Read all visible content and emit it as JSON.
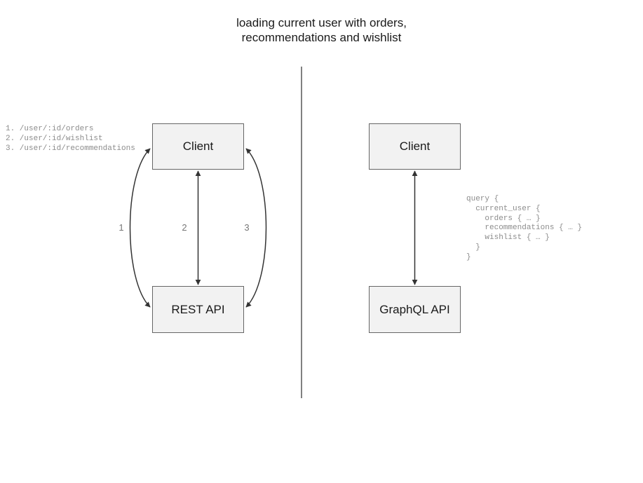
{
  "diagram": {
    "title": "loading current user with orders,\nrecommendations and wishlist",
    "colors": {
      "node_fill": "#f2f2f2",
      "node_border": "#666666",
      "edge_stroke": "#333333",
      "divider": "#808080",
      "code_text": "#8c8c8c",
      "label_text": "#777777",
      "title_text": "#1a1a1a"
    },
    "divider": {
      "orientation": "vertical",
      "label": "rest-vs-graphql-divider"
    },
    "rest_side": {
      "nodes": [
        {
          "id": "rest-client",
          "label": "Client"
        },
        {
          "id": "rest-api",
          "label": "REST API"
        }
      ],
      "edges": [
        {
          "id": "edge-1",
          "label": "1",
          "shape": "curve-left",
          "direction": "bidirectional",
          "from": "rest-client",
          "to": "rest-api"
        },
        {
          "id": "edge-2",
          "label": "2",
          "shape": "straight",
          "direction": "bidirectional",
          "from": "rest-client",
          "to": "rest-api"
        },
        {
          "id": "edge-3",
          "label": "3",
          "shape": "curve-right",
          "direction": "bidirectional",
          "from": "rest-client",
          "to": "rest-api"
        }
      ],
      "endpoints": [
        "1. /user/:id/orders",
        "2. /user/:id/wishlist",
        "3. /user/:id/recommendations"
      ],
      "endpoints_text": "1. /user/:id/orders\n2. /user/:id/wishlist\n3. /user/:id/recommendations"
    },
    "graphql_side": {
      "nodes": [
        {
          "id": "gql-client",
          "label": "Client"
        },
        {
          "id": "gql-api",
          "label": "GraphQL API"
        }
      ],
      "edges": [
        {
          "id": "edge-gql",
          "shape": "straight",
          "direction": "bidirectional",
          "from": "gql-client",
          "to": "gql-api"
        }
      ],
      "query_lines": [
        "query {",
        "  current_user {",
        "    orders { … }",
        "    recommendations { … }",
        "    wishlist { … }",
        "  }",
        "}"
      ],
      "query_text": "query {\n  current_user {\n    orders { … }\n    recommendations { … }\n    wishlist { … }\n  }\n}"
    }
  }
}
